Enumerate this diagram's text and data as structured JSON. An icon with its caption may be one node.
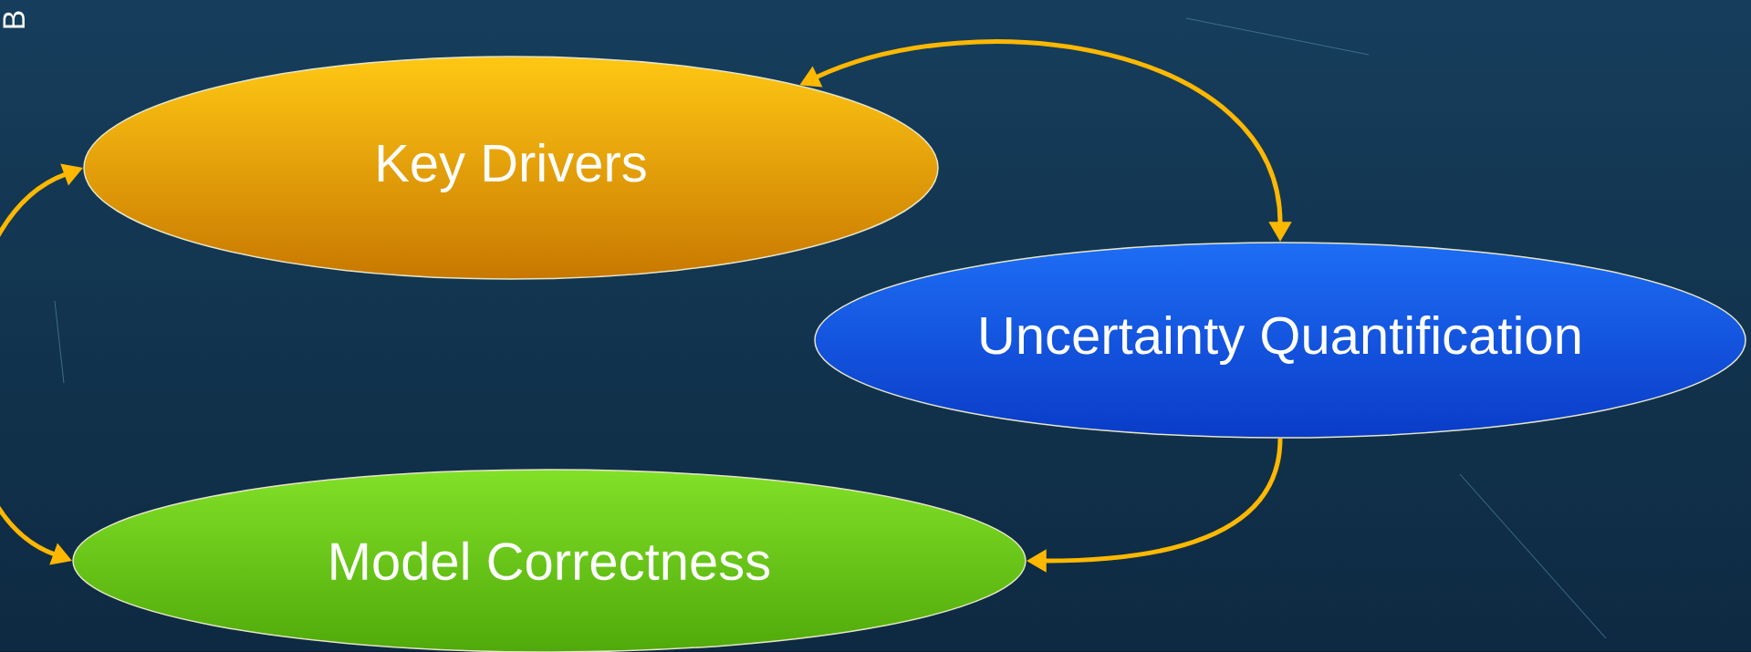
{
  "diagram": {
    "nodes": [
      {
        "text": [
          "Key Drivers"
        ]
      },
      {
        "text": [
          "Uncertainty Quantification"
        ]
      },
      {
        "text": [
          "Model Correctness"
        ]
      }
    ],
    "edges": [
      {
        "from": 0,
        "to": 1,
        "arrow": "both"
      },
      {
        "from": 1,
        "to": 2,
        "arrow": "to"
      },
      {
        "from": 0,
        "to": 2,
        "arrow": "both"
      }
    ],
    "labels": [
      "B"
    ]
  }
}
